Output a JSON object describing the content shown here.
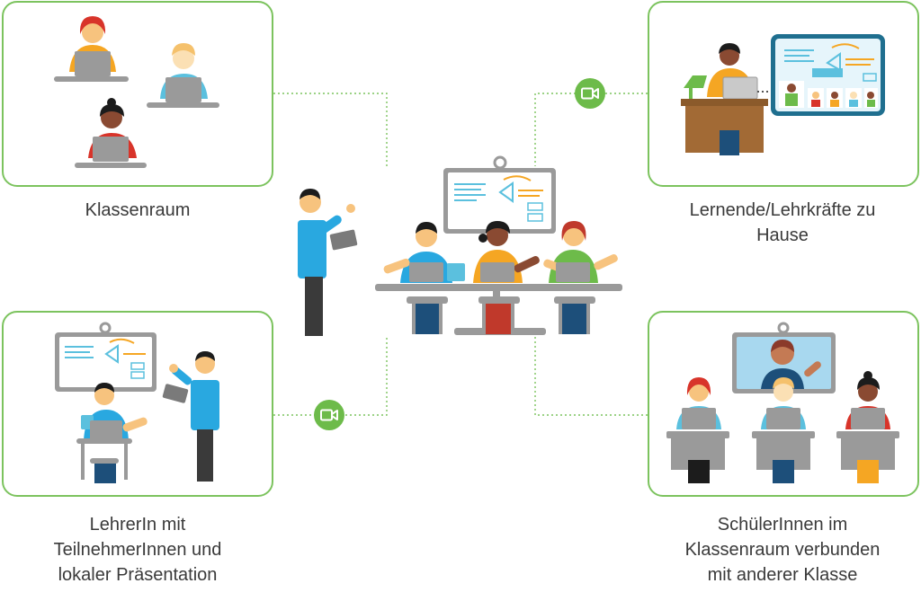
{
  "captions": {
    "classroom": [
      "Klassenraum"
    ],
    "home": [
      "Lernende/Lehrkräfte zu",
      "Hause"
    ],
    "teacher_local": [
      "LehrerIn mit",
      "TeilnehmerInnen und",
      "lokaler Präsentation"
    ],
    "connected_class": [
      "SchülerInnen im",
      "Klassenraum verbunden",
      "mit anderer Klasse"
    ]
  },
  "icons": {
    "video_call": "video-camera-icon"
  },
  "colors": {
    "panel_border": "#7cc35e",
    "connector": "#7cc35e",
    "camera_badge": "#6dbb4a",
    "screen_frame": "#9a9a9a",
    "screen_fill": "#ffffff",
    "screen_accent_blue": "#5bc0de",
    "screen_accent_orange": "#f5a623",
    "shirt_blue": "#29a8e0",
    "shirt_orange": "#f5a623",
    "shirt_green": "#6dbb4a",
    "skin_light": "#f7c37e",
    "skin_dark": "#8a4a32",
    "hair_dark": "#1c1c1c",
    "hair_red": "#d8342a",
    "laptop": "#9a9a9a",
    "desk_wood": "#8b5a2b",
    "pants_dark": "#3a3a3a",
    "pants_navy": "#1d4f7a"
  }
}
